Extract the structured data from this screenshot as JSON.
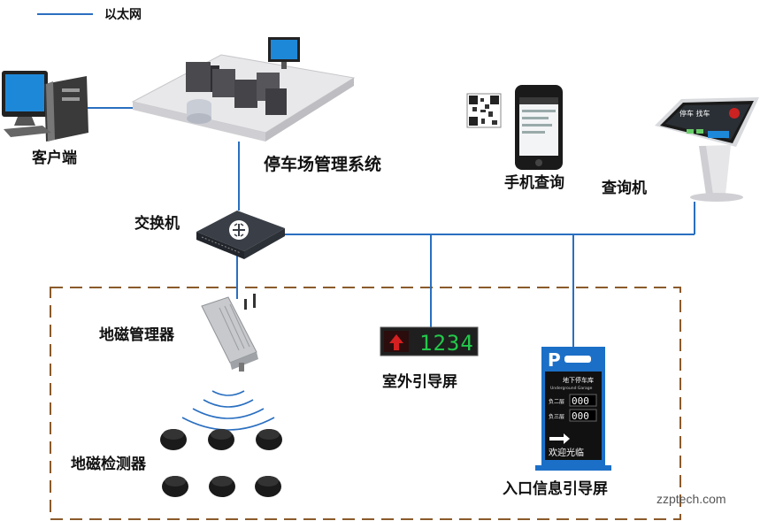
{
  "legend": {
    "label": "以太网",
    "color": "#2a6fc0"
  },
  "labels": {
    "client": "客户端",
    "system": "停车场管理系统",
    "phone": "手机查询",
    "kiosk": "查询机",
    "switch": "交换机",
    "geomag_manager": "地磁管理器",
    "outdoor_screen": "室外引导屏",
    "geomag_detector": "地磁检测器",
    "entrance_screen": "入口信息引导屏"
  },
  "outdoor_screen_value": "1234",
  "entrance_sign": {
    "header": "地下停车库",
    "subheader": "Underground Garage",
    "rows": [
      {
        "label": "负二层",
        "value": "000"
      },
      {
        "label": "负三层",
        "value": "000"
      }
    ],
    "welcome": "欢迎光临"
  },
  "kiosk_screen": {
    "title": "停车 找车"
  },
  "watermark": "zzptech.com",
  "colors": {
    "line": "#2a6fc0",
    "dashed_border": "#8a5a2b",
    "led_red": "#d42020",
    "led_green": "#23c84a",
    "sign_blue": "#1c6fc7"
  }
}
